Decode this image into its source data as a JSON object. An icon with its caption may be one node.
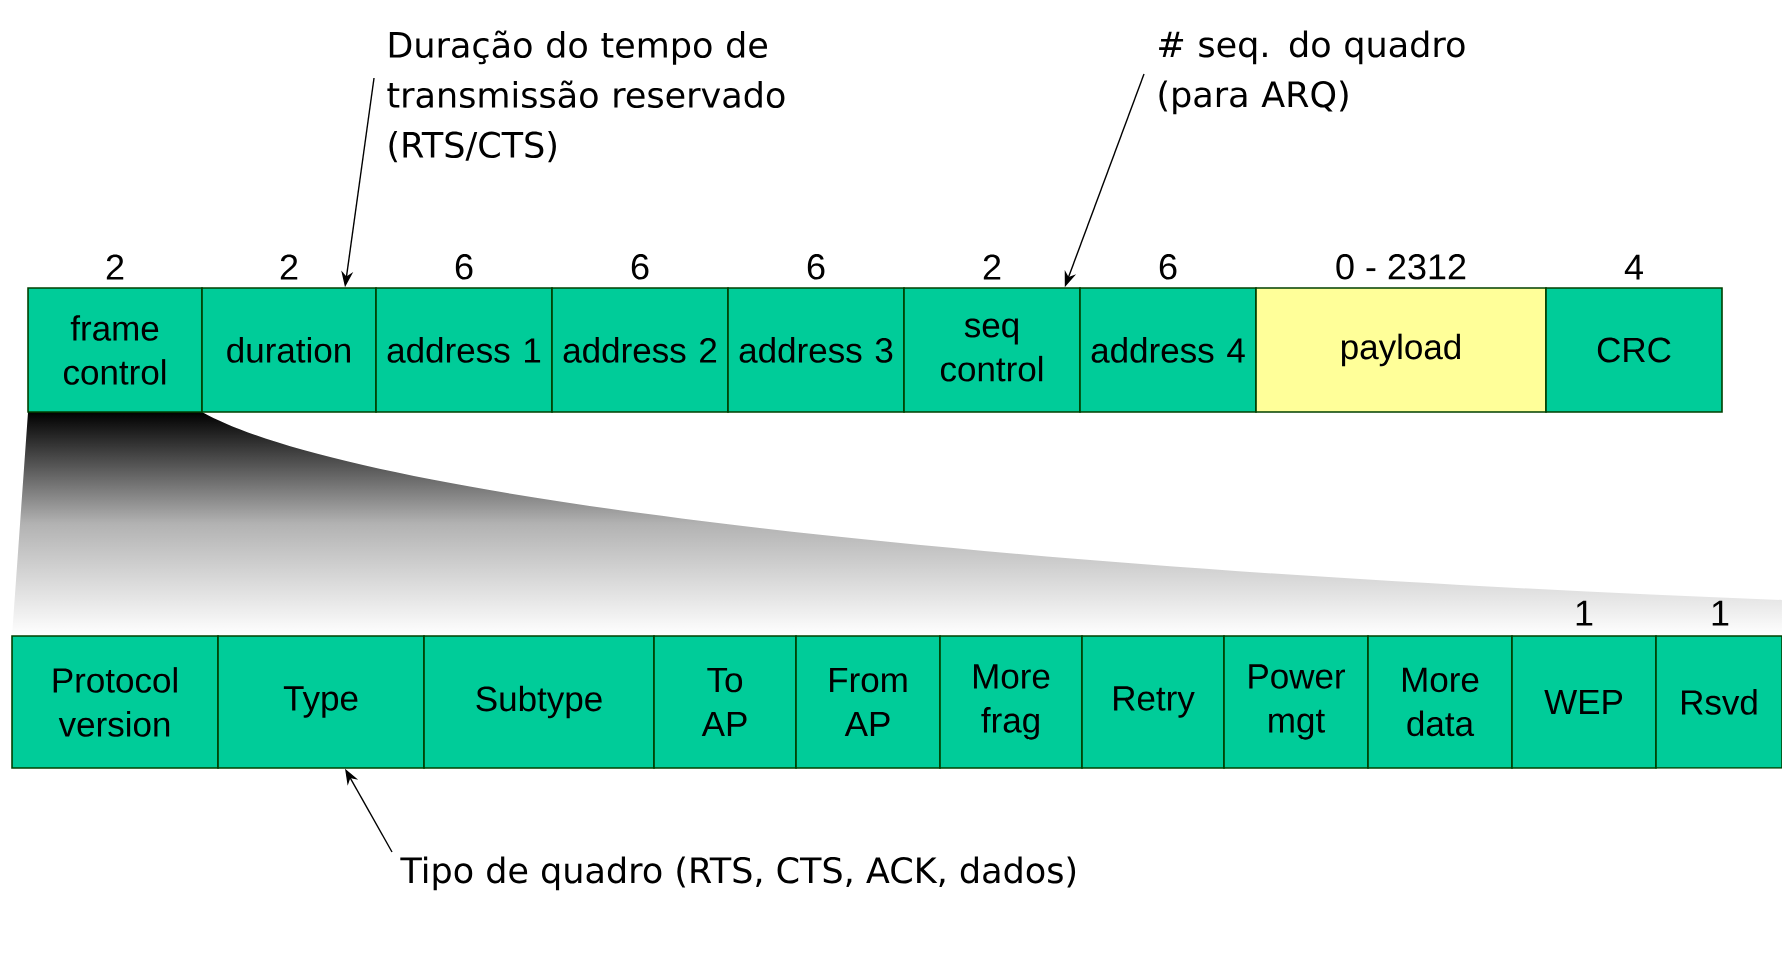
{
  "diagram": {
    "nodes": [
      {
        "text": [
          "Duração do tempo de transmissão reservado (RTS/CTS)"
        ]
      },
      {
        "text": [
          "# seq. do quadro (para ARQ)"
        ]
      },
      {
        "text": [
          "frame control"
        ],
        "beside": [
          "2"
        ]
      },
      {
        "text": [
          "duration"
        ],
        "beside": [
          "2"
        ]
      },
      {
        "text": [
          "address 1"
        ],
        "beside": [
          "6"
        ]
      },
      {
        "text": [
          "address 2"
        ],
        "beside": [
          "6"
        ]
      },
      {
        "text": [
          "address 3"
        ],
        "beside": [
          "6"
        ]
      },
      {
        "text": [
          "seq control"
        ],
        "beside": [
          "2"
        ]
      },
      {
        "text": [
          "address 4"
        ],
        "beside": [
          "6"
        ]
      },
      {
        "text": [
          "payload"
        ],
        "beside": [
          "0 - 2312"
        ]
      },
      {
        "text": [
          "CRC"
        ],
        "beside": [
          "4"
        ]
      },
      {
        "text": [
          "Protocol version"
        ]
      },
      {
        "text": [
          "Type"
        ]
      },
      {
        "text": [
          "Subtype"
        ]
      },
      {
        "text": [
          "To AP"
        ]
      },
      {
        "text": [
          "From AP"
        ]
      },
      {
        "text": [
          "More frag"
        ]
      },
      {
        "text": [
          "Retry"
        ]
      },
      {
        "text": [
          "Power mgt"
        ]
      },
      {
        "text": [
          "More data"
        ]
      },
      {
        "text": [
          "WEP"
        ]
      },
      {
        "text": [
          "Rsvd"
        ]
      },
      {
        "text": [
          "Tipo de quadro (RTS, CTS, ACK, dados)"
        ]
      }
    ],
    "edges": [
      {
        "from": 0,
        "to": 3,
        "arrow": "to"
      },
      {
        "from": 1,
        "to": 7,
        "arrow": "to"
      },
      {
        "from": 22,
        "to": 12,
        "arrow": "to"
      }
    ],
    "labels": [
      "1",
      "1"
    ]
  }
}
